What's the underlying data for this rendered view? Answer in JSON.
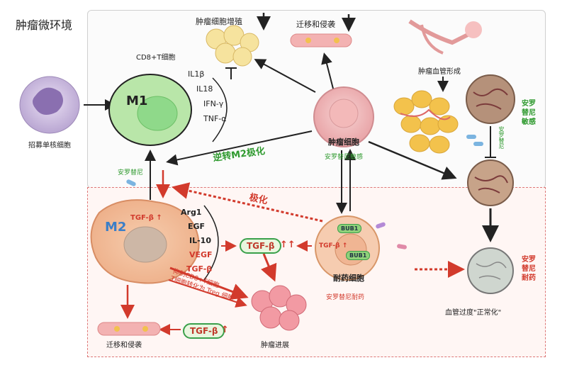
{
  "title": "肿瘤微环境",
  "top": {
    "proliferation": "肿瘤细胞增殖",
    "migration": "迁移和侵袭",
    "angiogenesis": "肿瘤血管形成",
    "cd8": "CD8+T细胞",
    "m1": "M1",
    "m1_factors": [
      "IL1β",
      "IL18",
      "IFN-γ",
      "TNF-α"
    ],
    "monocyte": "招募单核细胞",
    "reverse_m2": "逆转M2极化",
    "tumor_cell": "肿瘤细胞",
    "anlotinib_sensitive_cell": "安罗替尼敏感",
    "anlotinib_sensitive_right": "安罗替尼敏感",
    "anlotinib_vertical": "安罗替尼",
    "anlotinib_left": "安罗替尼"
  },
  "bottom": {
    "m2": "M2",
    "tgfb": "TGF-β",
    "m2_factors": [
      "Arg1",
      "EGF",
      "IL-10",
      "VEGF",
      "TGF-β"
    ],
    "polarization": "极化",
    "bub1": "BUB1",
    "resistant_cell": "耐药细胞",
    "anlotinib_resistant_cell": "安罗替尼耐药",
    "anlotinib_resistant_right": "安罗替尼耐药",
    "inhibit_text_1": "抑制CD8+T细胞",
    "inhibit_text_2": "T细胞转化为 Treg 细胞",
    "tumor_progress": "肿瘤进展",
    "migration": "迁移和侵袭",
    "vessel_normalize": "血管过度\"正常化\""
  },
  "colors": {
    "red": "#d23a2c",
    "green": "#2f9a2f",
    "dark": "#222222"
  }
}
